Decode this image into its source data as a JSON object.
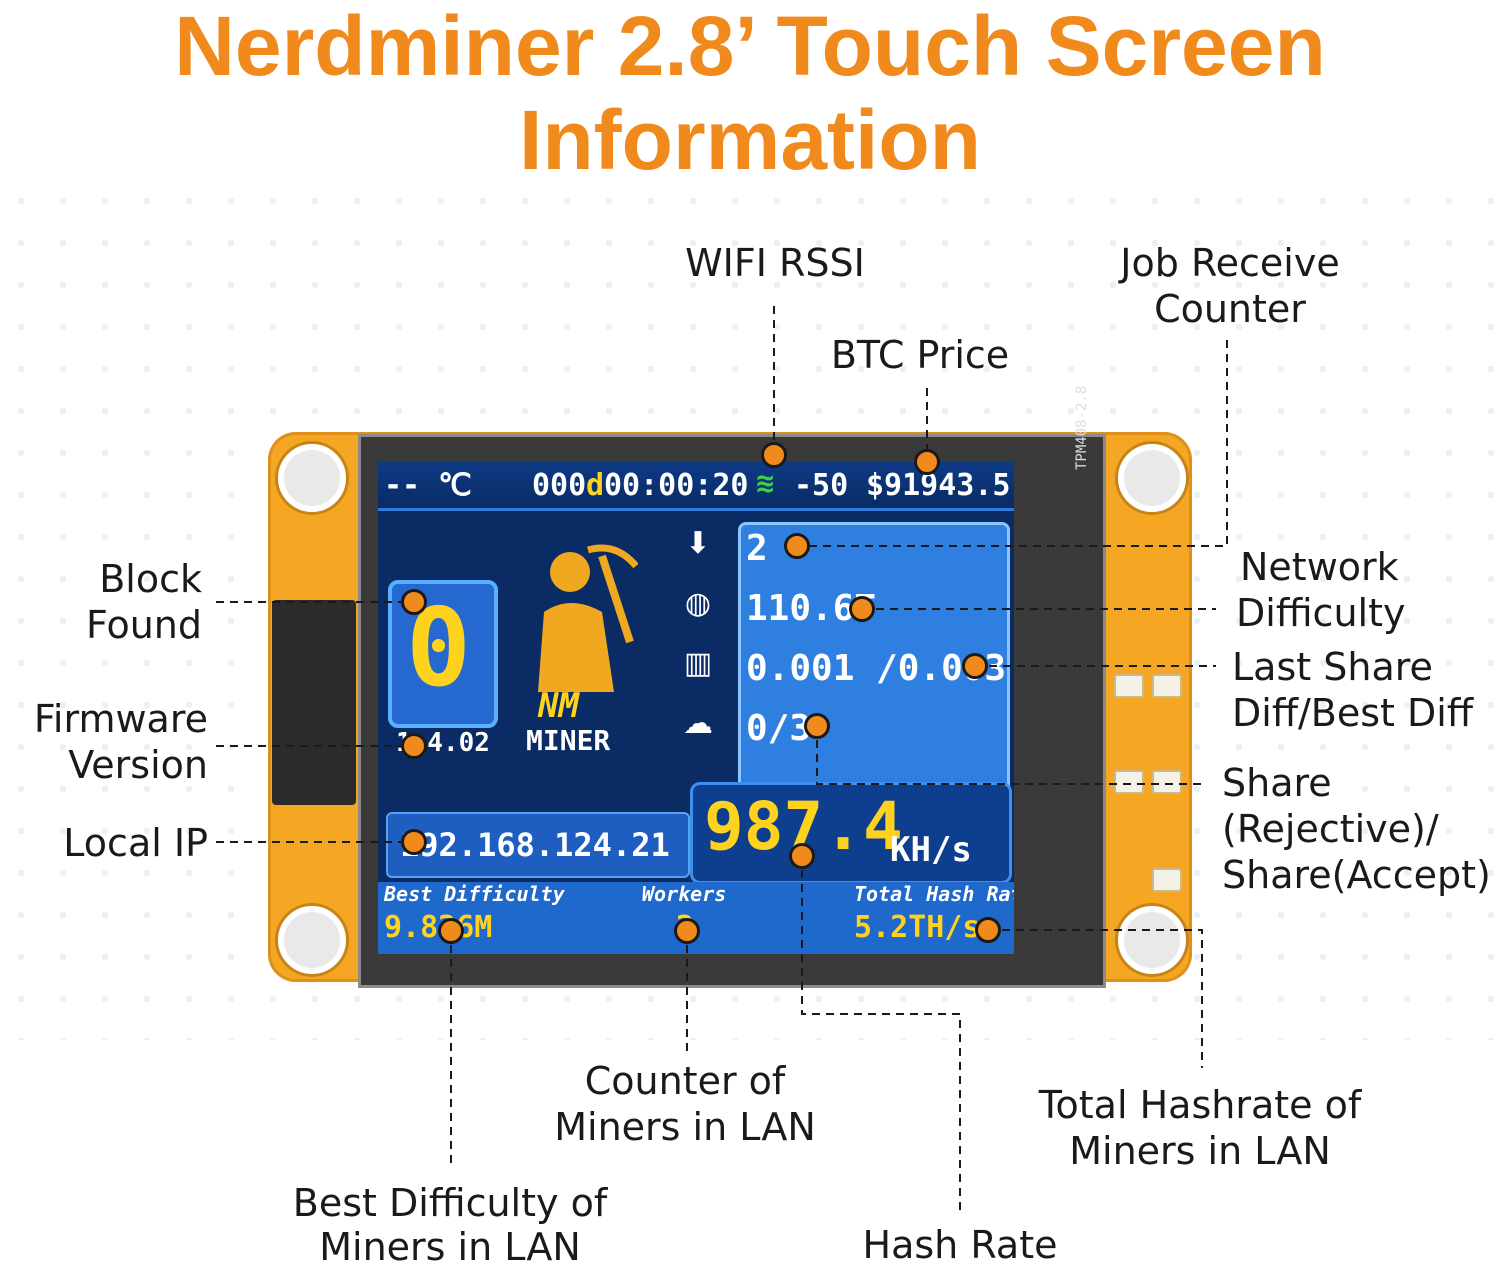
{
  "title": {
    "line1": "Nerdminer 2.8’ Touch Screen",
    "line2": "Information"
  },
  "labels": {
    "wifi_rssi": "WIFI RSSI",
    "job_counter_1": "Job Receive",
    "job_counter_2": "Counter",
    "btc_price": "BTC Price",
    "block_found_1": "Block",
    "block_found_2": "Found",
    "firmware_1": "Firmware",
    "firmware_2": "Version",
    "local_ip": "Local IP",
    "network_diff_1": "Network",
    "network_diff_2": "Difficulty",
    "last_share_1": "Last Share",
    "last_share_2": "Diff/Best Diff",
    "share_1": "Share",
    "share_2": "(Rejective)/",
    "share_3": "Share(Accept)",
    "counter_miners_1": "Counter of",
    "counter_miners_2": "Miners in LAN",
    "total_hashrate_1": "Total Hashrate of",
    "total_hashrate_2": "Miners in LAN",
    "best_diff_1": "Best Difficulty of",
    "best_diff_2": "Miners in LAN",
    "hash_rate": "Hash Rate"
  },
  "screen": {
    "model": "TPM408-2.8",
    "temp": "-- ℃",
    "uptime_days": "000",
    "uptime_d": "d",
    "uptime_time": "00:00:20",
    "rssi": "-50",
    "btc_price": "$91943.5",
    "block_found": "0",
    "firmware": "1.4.02",
    "job_counter": "2",
    "network_difficulty": "110.6T",
    "last_best_diff": "0.001 /0.003",
    "shares": "0/3",
    "local_ip": "192.168.124.21",
    "hashrate_value": "987.4",
    "hashrate_unit": "KH/s",
    "best_difficulty_label": "Best Difficulty",
    "best_difficulty_value": "9.826M",
    "workers_label": "Workers",
    "workers_value": "2",
    "total_hash_label": "Total Hash Rate",
    "total_hash_value": "5.2TH/s",
    "miner_logo_1": "NM",
    "miner_logo_2": "MINER"
  },
  "icons": {
    "wifi": "wifi-icon",
    "download": "download-icon",
    "globe": "globe-icon",
    "chart": "bar-chart-icon",
    "upload": "cloud-upload-icon"
  },
  "colors": {
    "accent": "#f08a1c",
    "board": "#f5a623",
    "lcd_bg": "#0a2b63",
    "lcd_yellow": "#ffd21e"
  }
}
